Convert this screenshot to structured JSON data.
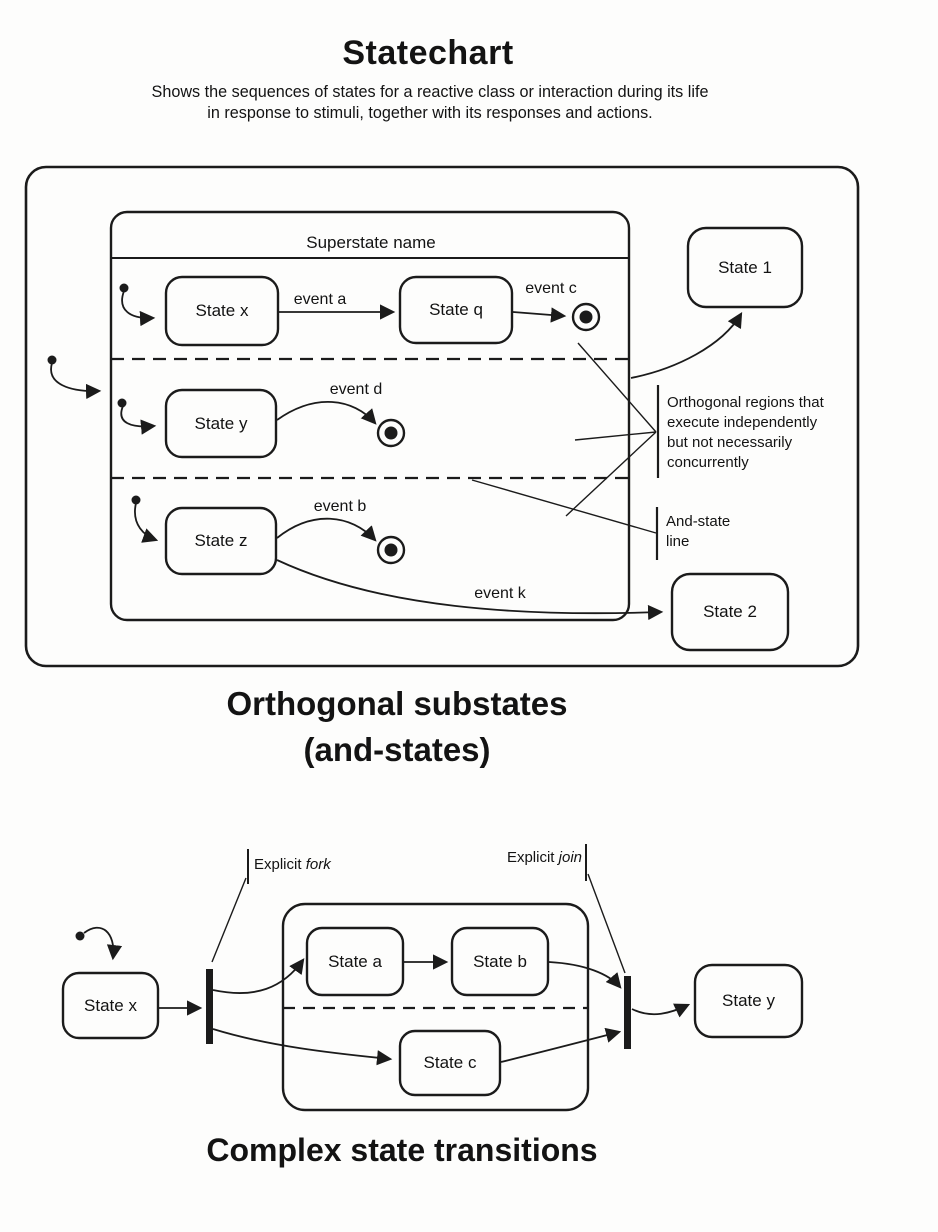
{
  "page": {
    "title": "Statechart",
    "subtitle1": "Shows the sequences of states for a reactive class or interaction during its life",
    "subtitle2": "in response to stimuli, together with its responses and actions."
  },
  "statechart": {
    "superstate_name": "Superstate name",
    "states": {
      "x": "State x",
      "q": "State q",
      "y": "State y",
      "z": "State z",
      "s1": "State 1",
      "s2": "State 2"
    },
    "events": {
      "a": "event a",
      "c": "event c",
      "d": "event d",
      "b": "event b",
      "k": "event k"
    },
    "annotations": {
      "orthogonal": [
        "Orthogonal regions that",
        "execute independently",
        "but not necessarily",
        "concurrently"
      ],
      "and_state": [
        "And-state",
        "line"
      ]
    },
    "caption_line1": "Orthogonal substates",
    "caption_line2": "(and-states)"
  },
  "complex": {
    "fork_label": {
      "prefix": "Explicit ",
      "word": "fork"
    },
    "join_label": {
      "prefix": "Explicit ",
      "word": "join"
    },
    "states": {
      "x": "State x",
      "a": "State a",
      "b": "State b",
      "c": "State c",
      "y": "State y"
    },
    "caption": "Complex state transitions"
  },
  "colors": {
    "ink": "#1b1b1b",
    "paper": "#fdfdfc"
  }
}
